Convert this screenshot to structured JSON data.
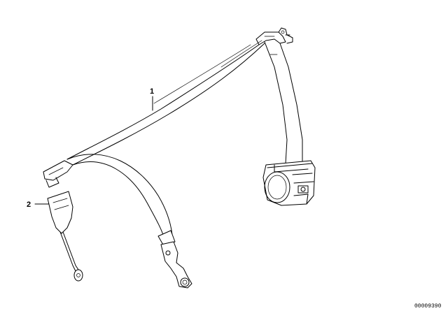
{
  "callouts": [
    {
      "label": "1"
    },
    {
      "label": "2"
    }
  ],
  "reference_code": "00009390"
}
